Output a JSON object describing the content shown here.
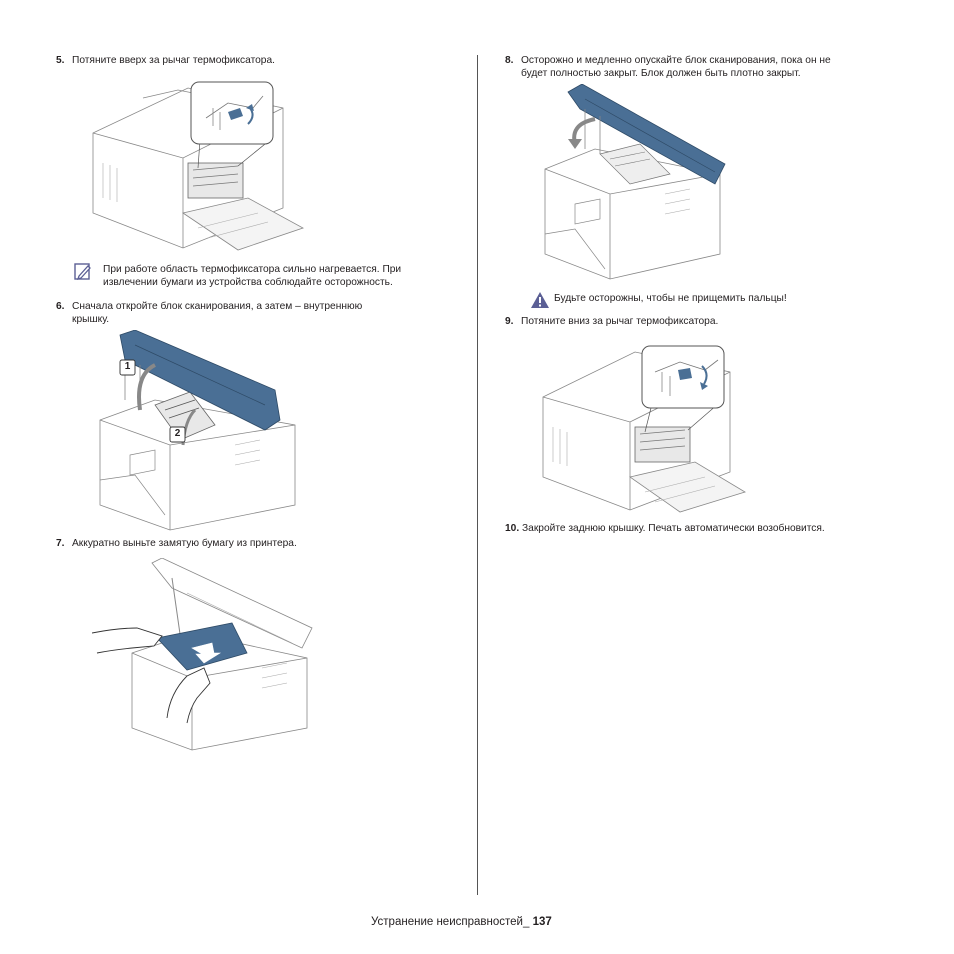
{
  "steps": {
    "s5": {
      "num": "5.",
      "text": "Потяните вверх за рычаг термофиксатора."
    },
    "s6": {
      "num": "6.",
      "text_line1": "Сначала откройте блок сканирования, а затем – внутреннюю",
      "text_line2": "крышку."
    },
    "s7": {
      "num": "7.",
      "text": "Аккуратно выньте замятую бумагу из принтера."
    },
    "s8": {
      "num": "8.",
      "text_line1": "Осторожно и медленно опускайте блок сканирования, пока он не",
      "text_line2": "будет полностью закрыт. Блок должен быть плотно закрыт."
    },
    "s9": {
      "num": "9.",
      "text": "Потяните вниз за рычаг термофиксатора."
    },
    "s10": {
      "num": "10.",
      "text": "Закройте заднюю крышку. Печать автоматически возобновится."
    }
  },
  "note": {
    "icon": "note-pencil-icon",
    "line1": "При работе область термофиксатора сильно нагревается. При",
    "line2": "извлечении бумаги из устройства соблюдайте осторожность."
  },
  "warning": {
    "icon": "warning-triangle-icon",
    "text": "Будьте осторожны, чтобы не прищемить пальцы!"
  },
  "callouts": {
    "one": "1",
    "two": "2"
  },
  "footer": {
    "section": "Устранение неисправностей_",
    "page": "137"
  },
  "colors": {
    "accent_blue": "#4a6f95",
    "line": "#555555",
    "warning": "#5b5f95"
  }
}
